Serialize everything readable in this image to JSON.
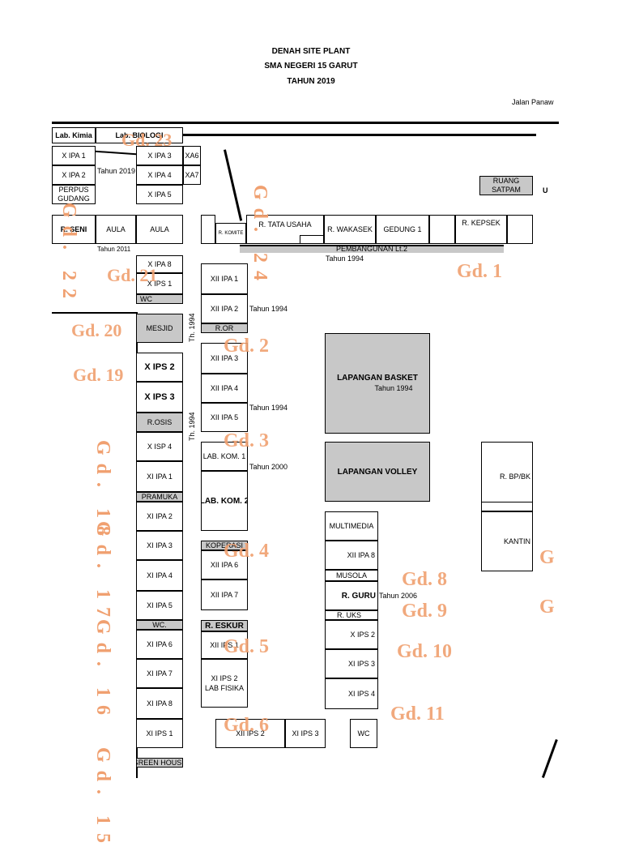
{
  "header": {
    "title": "DENAH SITE PLANT",
    "school": "SMA NEGERI 15 GARUT",
    "year": "TAHUN 2019",
    "road": "Jalan Panaw"
  },
  "rooms": {
    "lab_kimia": "Lab. Kimia",
    "lab_biologi": "Lab. BIOLOGI",
    "x_ipa1": "X IPA 1",
    "x_ipa2": "X IPA 2",
    "perpus": "PERPUS",
    "gudang": "GUDANG",
    "x_ipa3": "X IPA 3",
    "x_ipa4": "X IPA 4",
    "x_ipa5": "X IPA 5",
    "xa6": "XA6",
    "xa7": "XA7",
    "tahun2019": "Tahun 2019",
    "r_seni": "R. SENI",
    "aula1": "AULA",
    "aula2": "AULA",
    "tahun2011": "Tahun 2011",
    "r_komite": "R. KOMITE",
    "r_tata_usaha": "R. TATA USAHA",
    "r_wakasek": "R. WAKASEK",
    "gedung1": "GEDUNG 1",
    "r_kepsek": "R. KEPSEK",
    "ruang": "RUANG",
    "satpam": "SATPAM",
    "u": "U",
    "pembangunan": "PEMBANGUNAN Lt.2",
    "tahun1994_top": "Tahun 1994",
    "x_ipa8": "X IPA 8",
    "x_ips1": "X IPS 1",
    "wc_left": "WC",
    "masjid": "MESJID",
    "x_ips2": "X IPS 2",
    "x_ips3": "X IPS 3",
    "r_osis": "R.OSIS",
    "x_isp4": "X ISP 4",
    "xi_ipa1_l": "XI IPA 1",
    "pramuka": "PRAMUKA",
    "xi_ipa2_l": "XI IPA 2",
    "xi_ipa3_l": "XI IPA 3",
    "xi_ipa4_l": "XI IPA 4",
    "xi_ipa5_l": "XI IPA 5",
    "wc_mid": "WC.",
    "xi_ipa6_l": "XI IPA 6",
    "xi_ipa7_l": "XI IPA 7",
    "xi_ipa8_l": "XI IPA 8",
    "xi_ips1_l": "XI IPS 1",
    "green_house": "GREEN HOUSE",
    "th1994_a": "Th. 1994",
    "th1994_b": "Th. 1994",
    "xii_ipa1": "XII IPA 1",
    "xii_ipa2": "XII IPA 2",
    "tahun1994_a": "Tahun 1994",
    "ror": "R.OR",
    "xii_ipa3": "XII IPA 3",
    "xii_ipa4": "XII IPA 4",
    "xii_ipa5": "XII IPA 5",
    "tahun1994_b": "Tahun 1994",
    "lab_kom1": "LAB. KOM. 1",
    "tahun2000": "Tahun 2000",
    "lab_kom2": "LAB. KOM. 2",
    "koperasi": "KOPERASI",
    "xii_ipa6": "XII IPA 6",
    "xii_ipa7": "XII IPA 7",
    "r_eskur": "R. ESKUR",
    "xii_ips1": "XII IPS 1",
    "xii_ips2": "XI IPS 2",
    "lab_fisika": "LAB FISIKA",
    "xii_ips2_b": "XII IPS 2",
    "xi_ips3_b": "XI IPS 3",
    "wc_bottom": "WC",
    "lap_basket": "LAPANGAN BASKET",
    "tahun1994_basket": "Tahun 1994",
    "lap_volley": "LAPANGAN VOLLEY",
    "multimedia": "MULTIMEDIA",
    "xii_ipa8": "XII IPA 8",
    "musola": "MUSOLA",
    "r_guru": "R. GURU",
    "tahun2006": "Tahun 2006",
    "r_uks": "R. UKS",
    "x_ips2_r": "X IPS 2",
    "xi_ips3_r": "XI IPS 3",
    "xi_ips4_r": "XI IPS 4",
    "r_bpbk": "R. BP/BK",
    "kantin": "KANTIN"
  },
  "gedung": {
    "gd1": "Gd. 1",
    "gd2": "Gd. 2",
    "gd3": "Gd. 3",
    "gd4": "Gd. 4",
    "gd5": "Gd. 5",
    "gd6": "Gd. 6",
    "gd8": "Gd. 8",
    "gd9": "Gd. 9",
    "gd10": "Gd. 10",
    "gd11": "Gd. 11",
    "gd19": "Gd. 19",
    "gd20": "Gd. 20",
    "gd21": "Gd. 21",
    "gd22": "Gd. 22",
    "gd23": "Gd. 23",
    "gd24": "Gd. 24",
    "gd15": "Gd. 15",
    "gd16": "Gd. 16",
    "gd17": "Gd. 17",
    "gd18": "Gd. 18",
    "g_right1": "G",
    "g_right2": "G"
  },
  "colors": {
    "label": "#f0a070",
    "gray_fill": "#c8c8c8"
  }
}
